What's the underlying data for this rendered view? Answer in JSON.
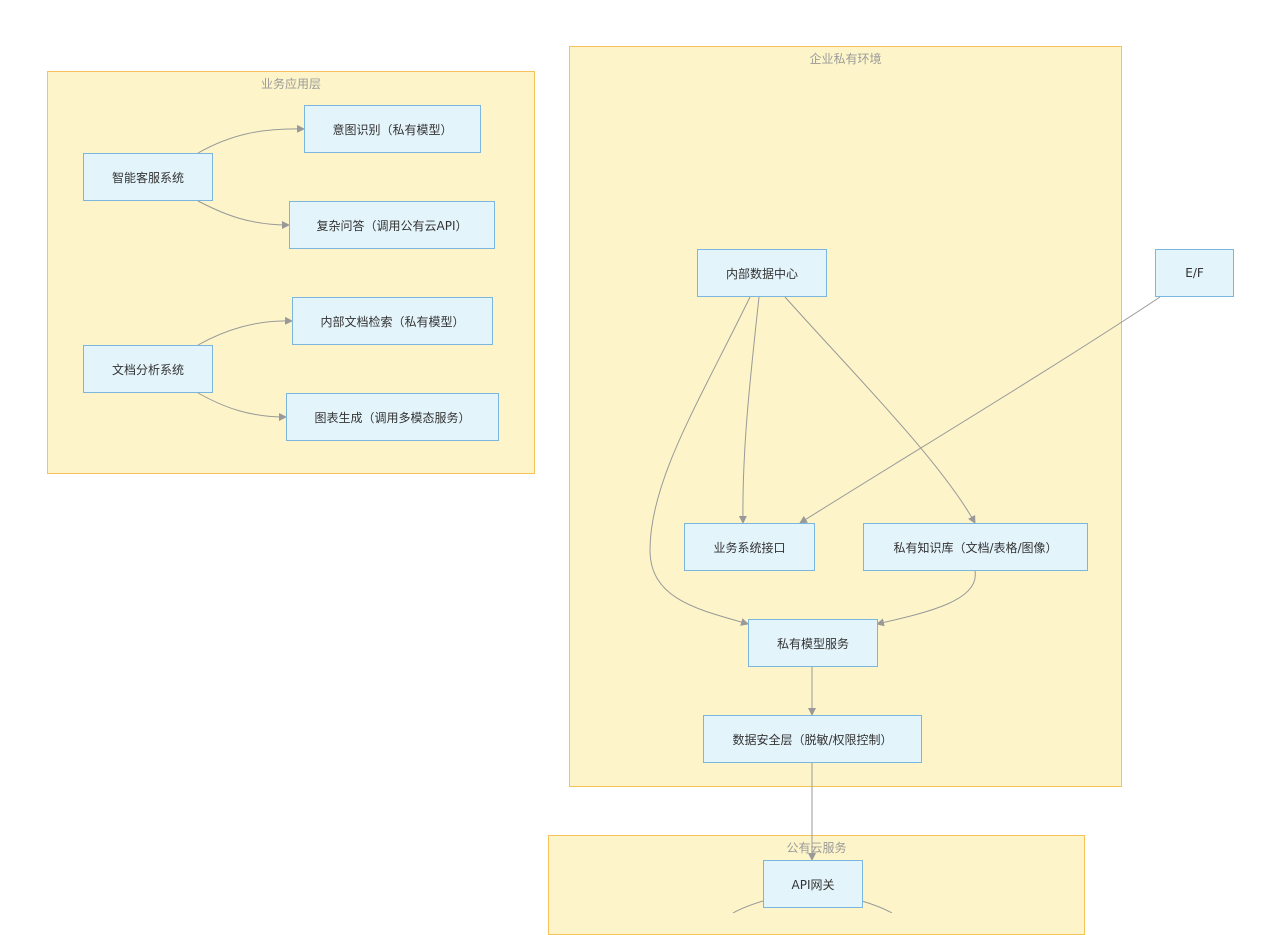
{
  "clusters": {
    "business": "业务应用层",
    "private_env": "企业私有环境",
    "public_cloud": "公有云服务"
  },
  "nodes": {
    "smart_cs": "智能客服系统",
    "intent": "意图识别（私有模型）",
    "complex_qa": "复杂问答（调用公有云API）",
    "doc_analysis": "文档分析系统",
    "internal_search": "内部文档检索（私有模型）",
    "chart_gen": "图表生成（调用多模态服务）",
    "data_center": "内部数据中心",
    "ef": "E/F",
    "biz_api": "业务系统接口",
    "knowledge_base": "私有知识库（文档/表格/图像）",
    "model_service": "私有模型服务",
    "security": "数据安全层（脱敏/权限控制）",
    "api_gateway": "API网关"
  },
  "colors": {
    "node_fill": "#e4f4fb",
    "node_border": "#7bb6df",
    "cluster_fill": "#fdf5c9",
    "cluster_border": "#f5c35a",
    "edge": "#999999"
  }
}
